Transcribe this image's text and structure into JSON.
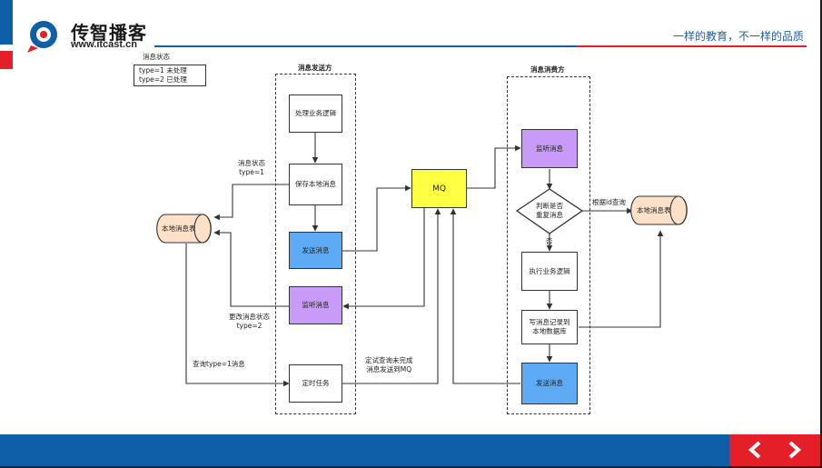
{
  "header": {
    "logo_name": "传智播客",
    "logo_url": "www.itcast.cn",
    "slogan": "一样的教育，不一样的品质"
  },
  "legend": {
    "title": "消息状态",
    "line1": "type=1 未处理",
    "line2": "type=2 已处理"
  },
  "sender": {
    "title": "消息发送方",
    "process_logic": "处理业务逻辑",
    "save_local": "保存本地消息",
    "send_msg": "发送消息",
    "listen_msg": "监听消息",
    "timer_task": "定时任务"
  },
  "consumer": {
    "title": "消息消费方",
    "listen_msg": "监听消息",
    "check_dup_1": "判断是否",
    "check_dup_2": "重复消息",
    "no_label": "否",
    "exec_logic": "执行业务逻辑",
    "write_record_1": "写消息记录到",
    "write_record_2": "本地数据库",
    "send_msg": "发送消息"
  },
  "mq": {
    "label": "MQ"
  },
  "left_table": {
    "label": "本地消息表"
  },
  "right_table": {
    "label": "本地消息表"
  },
  "edge_labels": {
    "status_type1_a": "消息状态",
    "status_type1_b": "type=1",
    "update_status_a": "更改消息状态",
    "update_status_b": "type=2",
    "query_type1": "查询type=1消息",
    "timer_retry_a": "定试查询未完成",
    "timer_retry_b": "消息发送到MQ",
    "query_by_id": "根据id查询"
  },
  "colors": {
    "brand_blue": "#0f5fa8",
    "brand_red": "#e51f27",
    "send_box": "#5eaaf5",
    "listen_box": "#c79bf7",
    "mq_box": "#ffff44",
    "db_fill": "#fde0c8"
  },
  "icons": {
    "prev": "chevron-left-icon",
    "next": "chevron-right-icon"
  }
}
